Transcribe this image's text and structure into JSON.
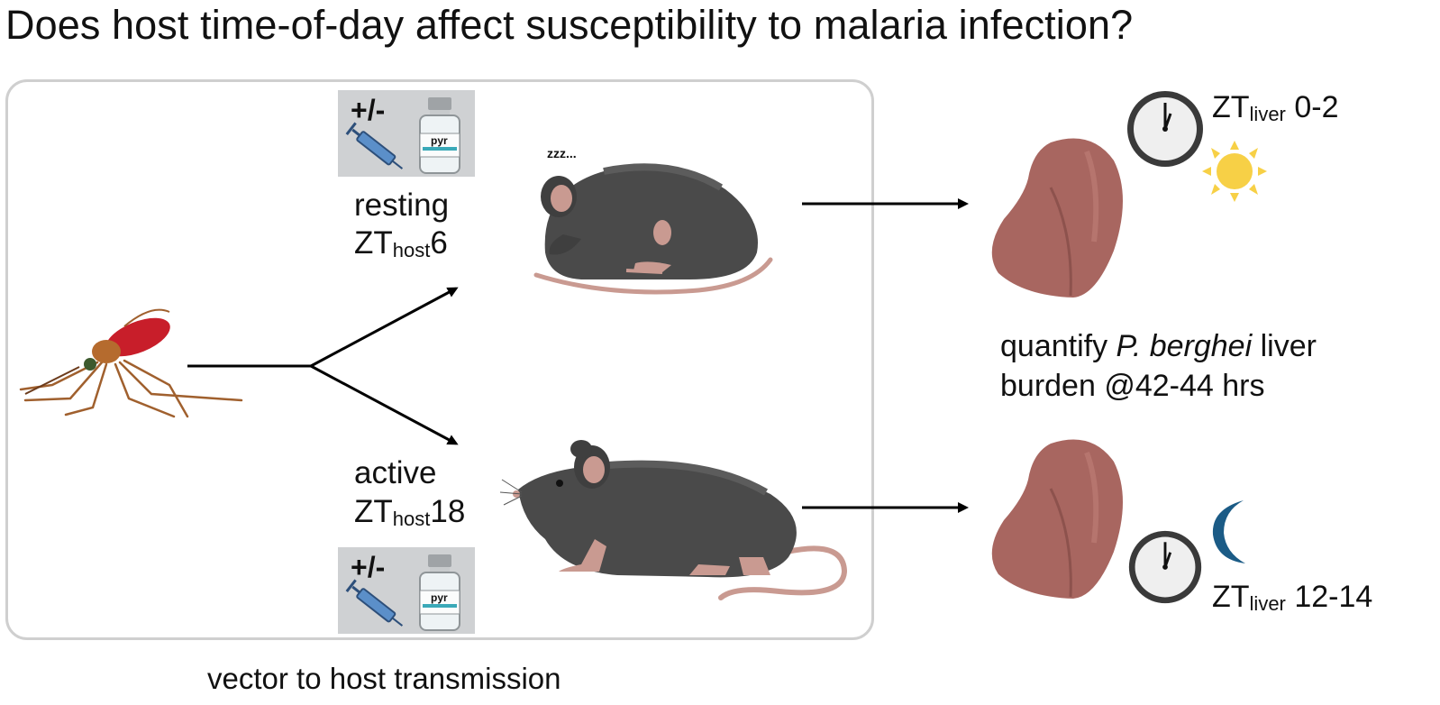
{
  "title": "Does host time-of-day affect susceptibility to malaria infection?",
  "caption": "vector to host transmission",
  "groups": [
    {
      "state": "resting",
      "zt_prefix": "ZT",
      "zt_sub": "host",
      "zt_value": "6",
      "sleep_text": "zzz...",
      "toggle": "+/-",
      "vial_label": "pyr"
    },
    {
      "state": "active",
      "zt_prefix": "ZT",
      "zt_sub": "host",
      "zt_value": "18",
      "toggle": "+/-",
      "vial_label": "pyr"
    }
  ],
  "outcome": {
    "line1_prefix": "quantify ",
    "line1_italic": "P. berghei",
    "line1_suffix": " liver",
    "line2": "burden @42-44 hrs"
  },
  "liver_times": [
    {
      "prefix": "ZT",
      "sub": "liver",
      "range": "0-2",
      "symbol": "sun-icon"
    },
    {
      "prefix": "ZT",
      "sub": "liver",
      "range": "12-14",
      "symbol": "moon-icon"
    }
  ]
}
